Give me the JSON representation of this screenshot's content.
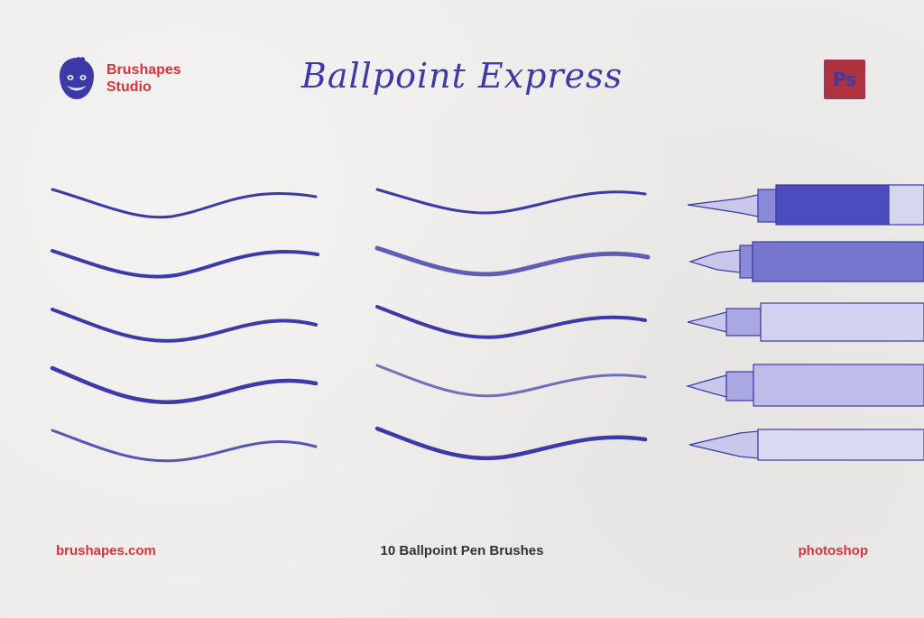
{
  "brand": {
    "line1": "Brushapes",
    "line2": "Studio"
  },
  "title": "Ballpoint Express",
  "badge": {
    "label": "Ps"
  },
  "footer": {
    "website": "brushapes.com",
    "product": "10 Ballpoint Pen Brushes",
    "platform": "photoshop"
  },
  "colors": {
    "ink": "#3b3aa8",
    "accent": "#d8343e",
    "paper": "#eeecea"
  },
  "icons": [
    "gorilla-logo-icon",
    "photoshop-icon"
  ]
}
